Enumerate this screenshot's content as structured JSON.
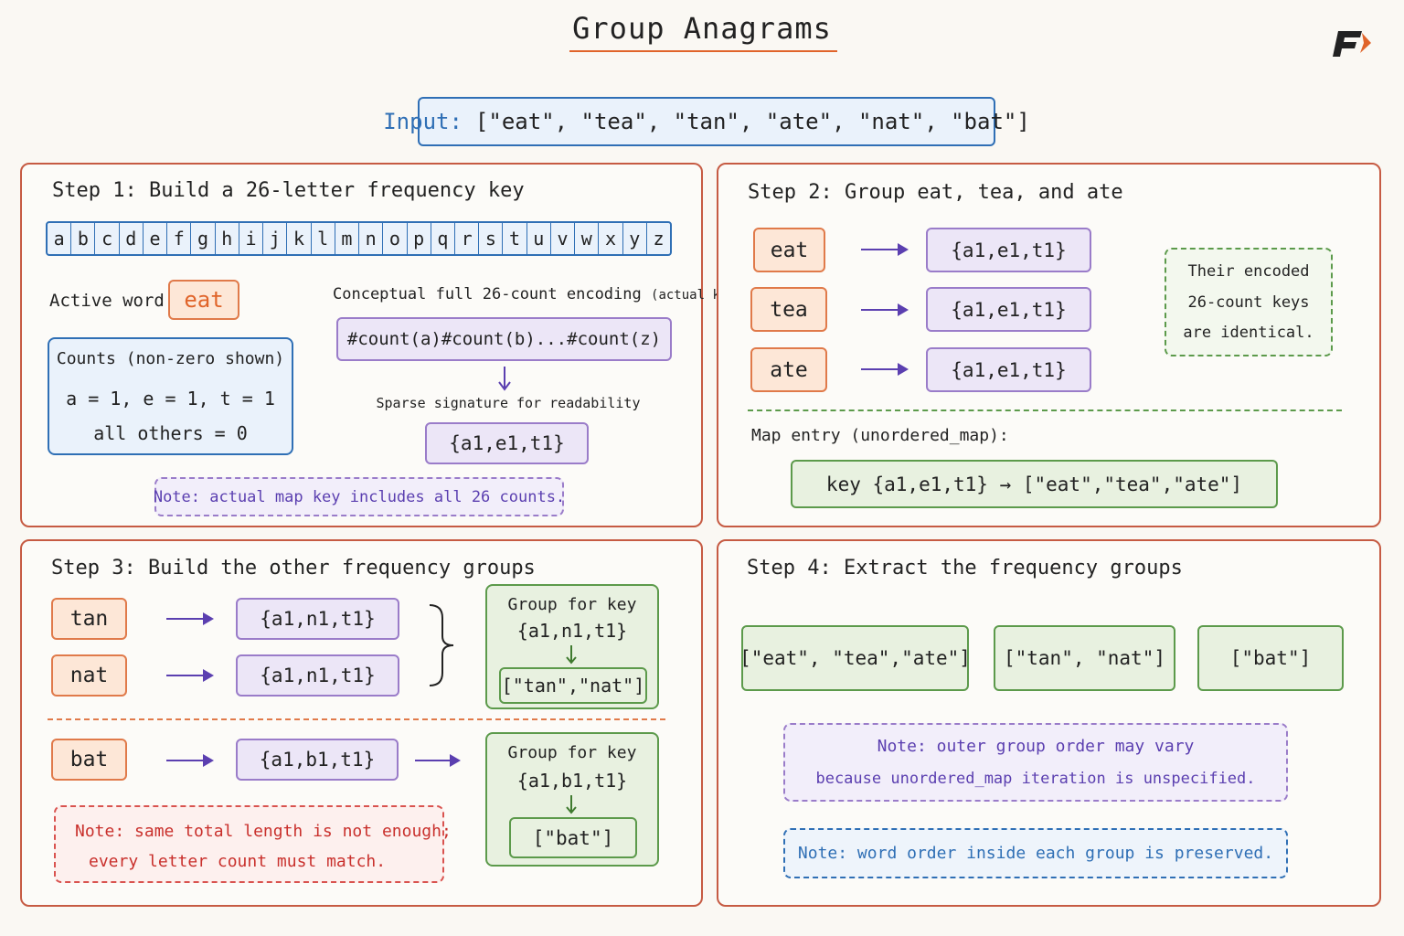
{
  "title": "Group Anagrams",
  "input": {
    "label": "Input:",
    "value": "[\"eat\", \"tea\", \"tan\", \"ate\", \"nat\", \"bat\"]"
  },
  "step1": {
    "title": "Step 1: Build a 26-letter frequency key",
    "letters": [
      "a",
      "b",
      "c",
      "d",
      "e",
      "f",
      "g",
      "h",
      "i",
      "j",
      "k",
      "l",
      "m",
      "n",
      "o",
      "p",
      "q",
      "r",
      "s",
      "t",
      "u",
      "v",
      "w",
      "x",
      "y",
      "z"
    ],
    "active_label": "Active word:",
    "active_word": "eat",
    "counts_title": "Counts (non-zero shown)",
    "counts_line1": "a = 1, e = 1, t = 1",
    "counts_line2": "all others = 0",
    "encoding_label": "Conceptual full 26-count encoding",
    "encoding_label_small": "(actual key)",
    "encoding_value": "#count(a)#count(b)...#count(z)",
    "sparse_label": "Sparse signature for readability",
    "sparse_value": "{a1,e1,t1}",
    "note": "Note: actual map key includes all 26 counts."
  },
  "step2": {
    "title": "Step 2: Group eat, tea, and ate",
    "rows": [
      {
        "word": "eat",
        "key": "{a1,e1,t1}"
      },
      {
        "word": "tea",
        "key": "{a1,e1,t1}"
      },
      {
        "word": "ate",
        "key": "{a1,e1,t1}"
      }
    ],
    "note_line1": "Their encoded",
    "note_line2": "26-count keys",
    "note_line3": "are identical.",
    "map_label": "Map entry (unordered_map):",
    "map_value": "key {a1,e1,t1} → [\"eat\",\"tea\",\"ate\"]"
  },
  "step3": {
    "title": "Step 3: Build the other frequency groups",
    "rows": [
      {
        "word": "tan",
        "key": "{a1,n1,t1}"
      },
      {
        "word": "nat",
        "key": "{a1,n1,t1}"
      }
    ],
    "group1_label1": "Group for key",
    "group1_label2": "{a1,n1,t1}",
    "group1_value": "[\"tan\",\"nat\"]",
    "bat_word": "bat",
    "bat_key": "{a1,b1,t1}",
    "group2_label1": "Group for key",
    "group2_label2": "{a1,b1,t1}",
    "group2_value": "[\"bat\"]",
    "note_line1": "Note: same total length is not enough;",
    "note_line2": "every letter count must match."
  },
  "step4": {
    "title": "Step 4: Extract the frequency groups",
    "groups": [
      "[\"eat\", \"tea\",\"ate\"]",
      "[\"tan\", \"nat\"]",
      "[\"bat\"]"
    ],
    "note1_line1": "Note: outer group order may vary",
    "note1_line2": "because unordered_map iteration is unspecified.",
    "note2": "Note: word order inside each group is preserved."
  },
  "colors": {
    "panel_border": "#c65b43",
    "blue": "#2f6fb5",
    "purple": "#5b3fb0",
    "green": "#3f7a2f",
    "red": "#c9302c",
    "orange": "#e0642a"
  }
}
